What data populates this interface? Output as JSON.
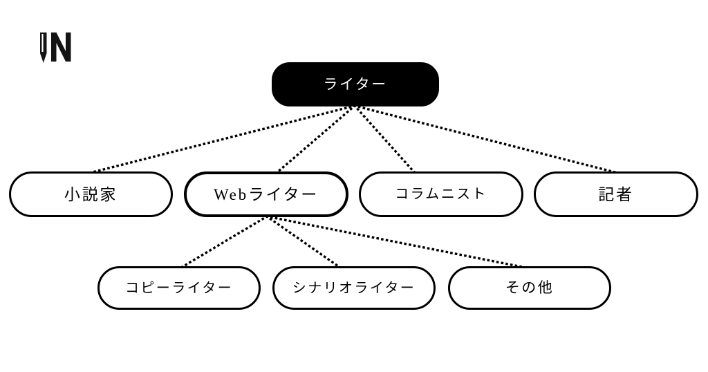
{
  "diagram": {
    "background_color": "#ffffff",
    "accent_color": "#000000",
    "logo": {
      "name": "pen-n-logo",
      "alt": "N"
    },
    "nodes": {
      "root": {
        "label": "ライター",
        "level": 1,
        "style": "filled-black"
      },
      "novelist": {
        "label": "小説家",
        "level": 2,
        "style": "outlined"
      },
      "webwriter": {
        "label": "Webライター",
        "level": 2,
        "style": "outlined-bold"
      },
      "columnist": {
        "label": "コラムニスト",
        "level": 2,
        "style": "outlined"
      },
      "reporter": {
        "label": "記者",
        "level": 2,
        "style": "outlined"
      },
      "copywriter": {
        "label": "コピーライター",
        "level": 3,
        "style": "outlined"
      },
      "scenario": {
        "label": "シナリオライター",
        "level": 3,
        "style": "outlined"
      },
      "other": {
        "label": "その他",
        "level": 3,
        "style": "outlined"
      }
    },
    "edges": [
      {
        "from": "root",
        "to": "novelist",
        "style": "dotted"
      },
      {
        "from": "root",
        "to": "webwriter",
        "style": "dotted"
      },
      {
        "from": "root",
        "to": "columnist",
        "style": "dotted"
      },
      {
        "from": "root",
        "to": "reporter",
        "style": "dotted"
      },
      {
        "from": "webwriter",
        "to": "copywriter",
        "style": "dotted"
      },
      {
        "from": "webwriter",
        "to": "scenario",
        "style": "dotted"
      },
      {
        "from": "webwriter",
        "to": "other",
        "style": "dotted"
      }
    ]
  }
}
